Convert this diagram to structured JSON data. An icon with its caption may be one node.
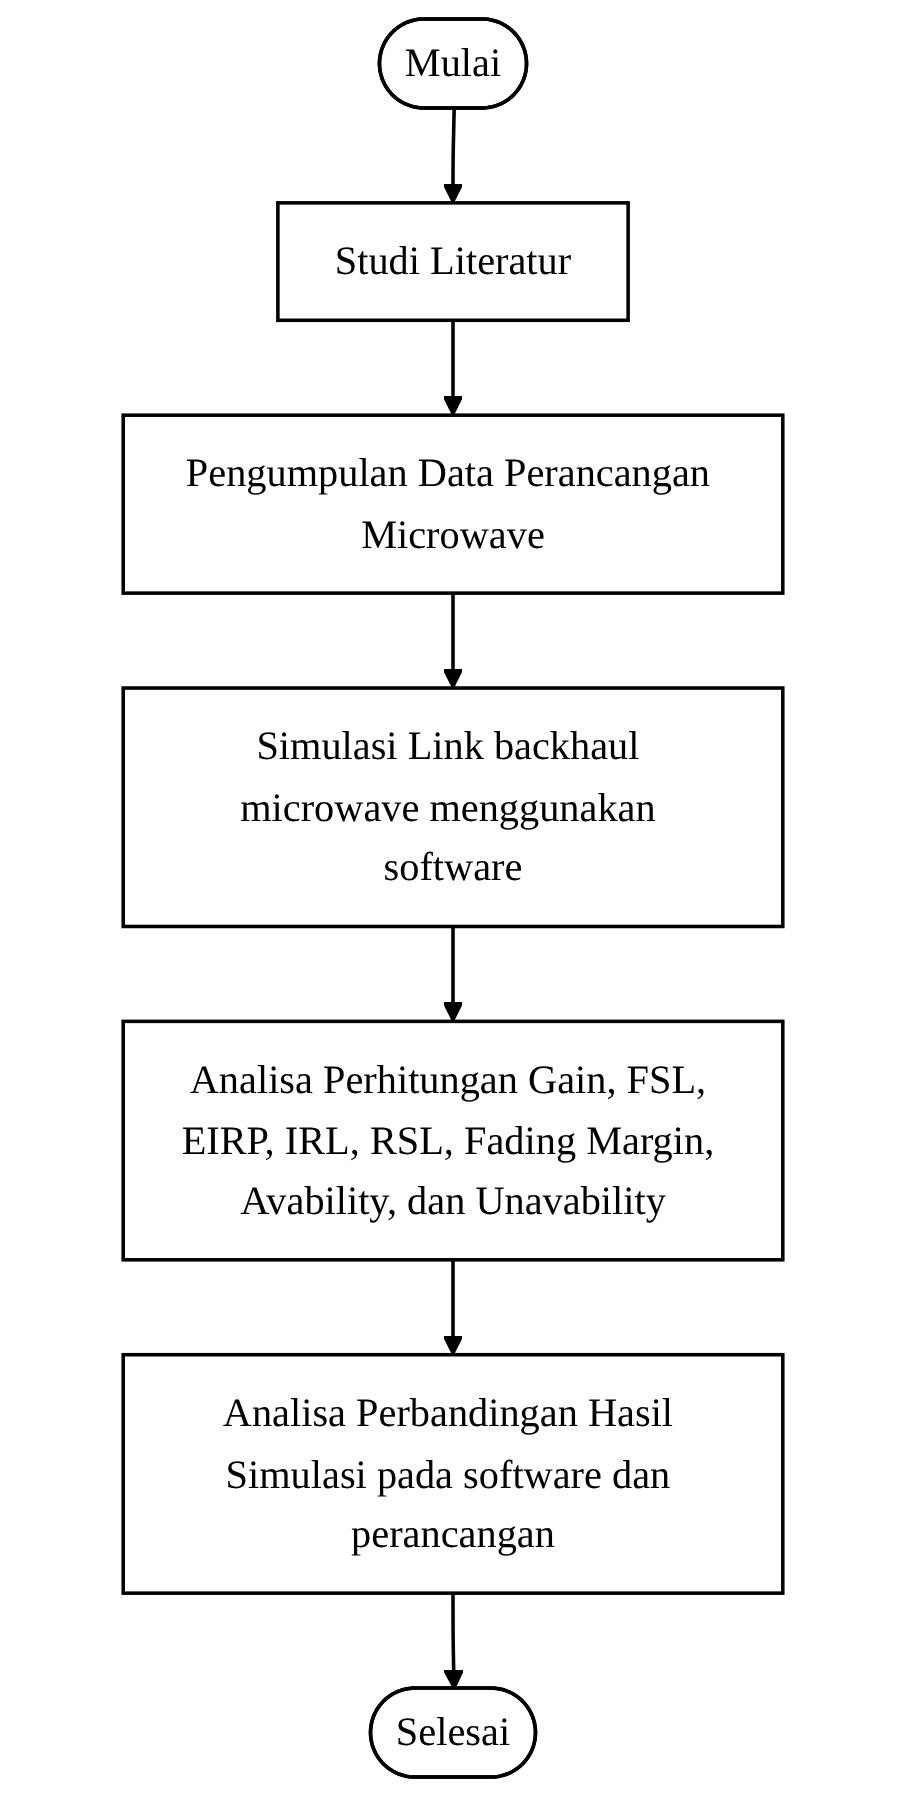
{
  "diagram": {
    "nodes": [
      {
        "text": [
          "Mulai"
        ]
      },
      {
        "text": [
          "Studi Literatur"
        ]
      },
      {
        "text": [
          "Pengumpulan Data Perancangan Microwave"
        ]
      },
      {
        "text": [
          "Simulasi Link backhaul microwave menggunakan software"
        ]
      },
      {
        "text": [
          "Analisa Perhitungan Gain, FSL, EIRP, IRL, RSL, Fading Margin, Avability, dan Unavability"
        ]
      },
      {
        "text": [
          "Analisa Perbandingan Hasil Simulasi pada software dan perancangan"
        ]
      },
      {
        "text": [
          "Selesai"
        ]
      }
    ],
    "edges": [
      {
        "from": 0,
        "to": 1,
        "arrow": "to"
      },
      {
        "from": 1,
        "to": 2,
        "arrow": "to"
      },
      {
        "from": 2,
        "to": 3,
        "arrow": "to"
      },
      {
        "from": 3,
        "to": 4,
        "arrow": "to"
      },
      {
        "from": 4,
        "to": 5,
        "arrow": "to"
      },
      {
        "from": 5,
        "to": 6,
        "arrow": "to"
      }
    ]
  }
}
